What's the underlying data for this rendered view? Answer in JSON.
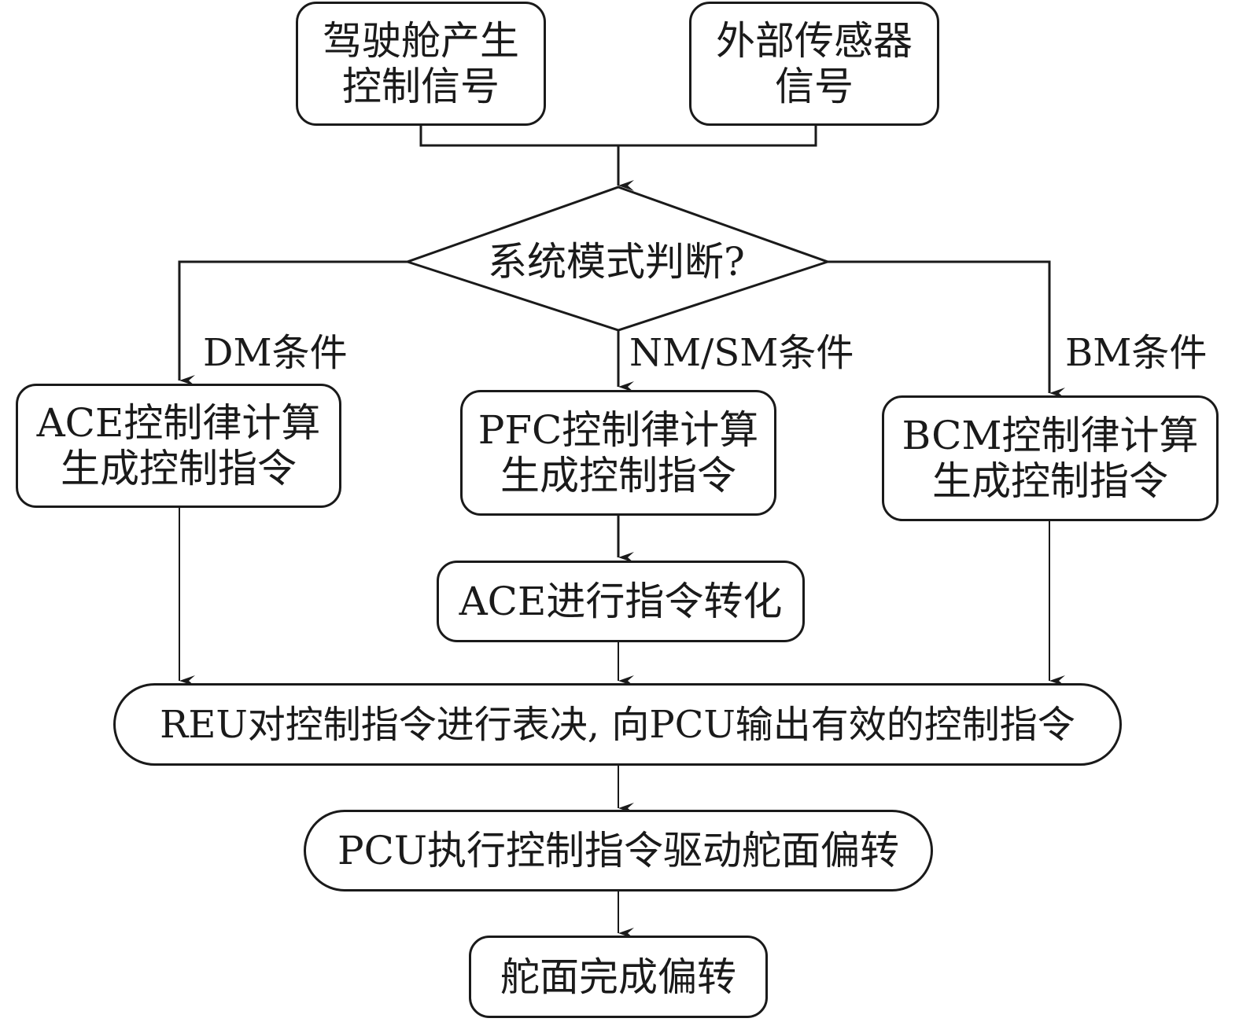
{
  "diagram": {
    "type": "flowchart",
    "nodes": {
      "cockpit": {
        "lines": [
          "驾驶舱产生",
          "控制信号"
        ]
      },
      "sensor": {
        "lines": [
          "外部传感器",
          "信号"
        ]
      },
      "decision": {
        "text": "系统模式判断?"
      },
      "ace_law": {
        "lines": [
          "ACE控制律计算",
          "生成控制指令"
        ]
      },
      "pfc_law": {
        "lines": [
          "PFC控制律计算",
          "生成控制指令"
        ]
      },
      "bcm_law": {
        "lines": [
          "BCM控制律计算",
          "生成控制指令"
        ]
      },
      "ace_convert": {
        "text": "ACE进行指令转化"
      },
      "reu_vote": {
        "text": "REU对控制指令进行表决, 向PCU输出有效的控制指令"
      },
      "pcu_exec": {
        "text": "PCU执行控制指令驱动舵面偏转"
      },
      "done": {
        "text": "舵面完成偏转"
      }
    },
    "edge_labels": {
      "dm": "DM条件",
      "nm_sm": "NM/SM条件",
      "bm": "BM条件"
    },
    "edges": [
      {
        "from": "cockpit",
        "to": "decision"
      },
      {
        "from": "sensor",
        "to": "decision"
      },
      {
        "from": "decision",
        "to": "ace_law",
        "label": "DM条件"
      },
      {
        "from": "decision",
        "to": "pfc_law",
        "label": "NM/SM条件"
      },
      {
        "from": "decision",
        "to": "bcm_law",
        "label": "BM条件"
      },
      {
        "from": "pfc_law",
        "to": "ace_convert"
      },
      {
        "from": "ace_law",
        "to": "reu_vote"
      },
      {
        "from": "ace_convert",
        "to": "reu_vote"
      },
      {
        "from": "bcm_law",
        "to": "reu_vote"
      },
      {
        "from": "reu_vote",
        "to": "pcu_exec"
      },
      {
        "from": "pcu_exec",
        "to": "done"
      }
    ],
    "colors": {
      "stroke": "#1a1a1a",
      "fill": "#ffffff"
    }
  }
}
